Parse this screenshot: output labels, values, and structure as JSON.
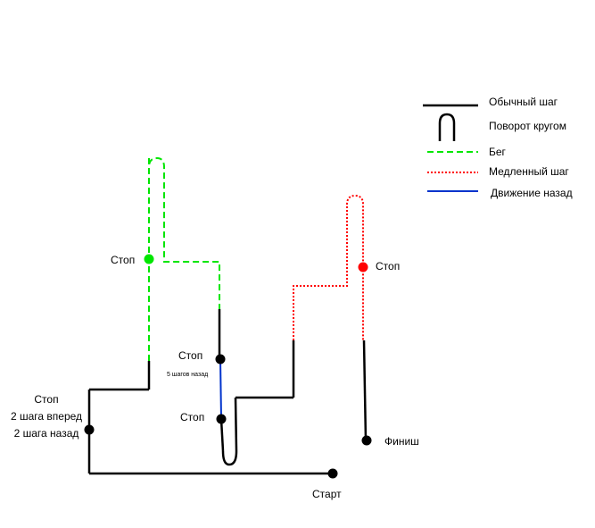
{
  "legend": {
    "normal": "Обычный шаг",
    "turn": "Поворот кругом",
    "run": "Бег",
    "slow": "Медленный шаг",
    "back": "Движение назад"
  },
  "labels": {
    "start": "Старт",
    "finish": "Финиш",
    "stop_left_1": "Стоп",
    "stop_left_2": "2 шага вперед",
    "stop_left_3": "2 шага назад",
    "stop_green": "Стоп",
    "stop_mid_upper": "Стоп",
    "steps_back_note": "5 шагов назад",
    "stop_mid_lower": "Стоп",
    "stop_red": "Стоп"
  },
  "colors": {
    "normal": "#000000",
    "run": "#00e600",
    "slow": "#ff0000",
    "back": "#0033cc",
    "dot_normal": "#000000",
    "dot_run": "#00e600",
    "dot_slow": "#ff0000"
  }
}
